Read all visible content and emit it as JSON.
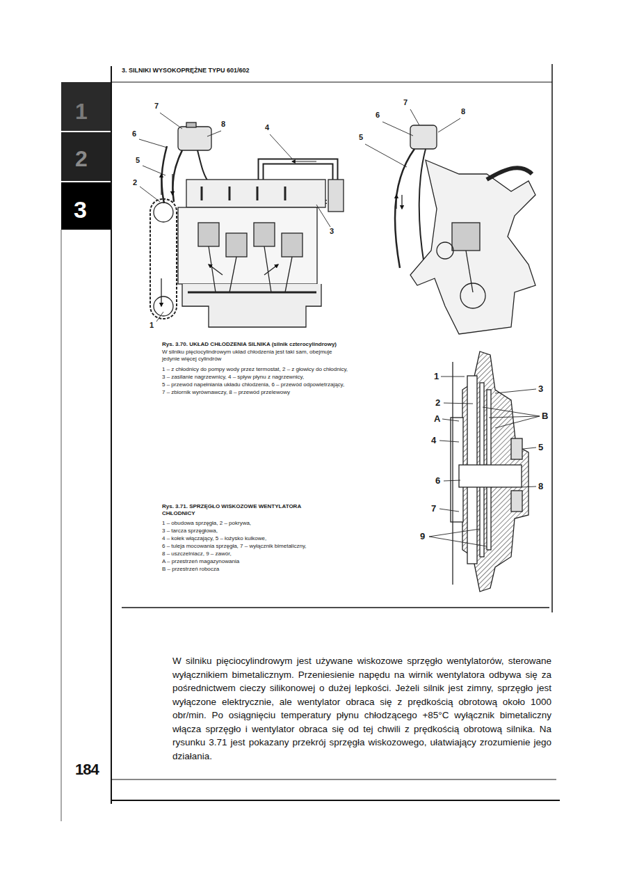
{
  "diagram": {
    "title": "3. SILNIKI WYSOKOPRĘŻNE TYPU 601/602",
    "labels": [
      "1",
      "2",
      "3",
      "7",
      "8",
      "6",
      "4",
      "5",
      "2",
      "3",
      "1",
      "7",
      "6",
      "8",
      "5",
      "Rys. 3.70. UKŁAD CHŁODZENIA SILNIKA (silnik czterocylindrowy)",
      "W silniku pięciocylindrowym układ chłodzenia jest taki sam, obejmuje jedynie więcej cylindrów",
      "1 – z chłodnicy do pompy wody przez termostat, 2 – z głowicy do chłodnicy,",
      "3 – zasilanie nagrzewnicy, 4 – spływ płynu z nagrzewnicy,",
      "5 – przewód napełniania układu chłodzenia, 6 – przewód odpowietrzający,",
      "7 – zbiornik wyrównawczy, 8 – przewód przelewowy",
      "Rys. 3.71. SPRZĘGŁO WISKOZOWE WENTYLATORA CHŁODNICY",
      "1 – obudowa sprzęgła, 2 – pokrywa,",
      "3 – tarcza sprzęgłowa,",
      "4 – kołek włączający, 5 – łożysko kulkowe,",
      "6 – tuleja mocowania sprzęgła, 7 – wyłącznik bimetaliczny,",
      "8 – uszczelniacz, 9 – zawór,",
      "A – przestrzeń magazynowania",
      "B – przestrzeń robocza",
      "1",
      "3",
      "2",
      "B",
      "A",
      "4",
      "5",
      "6",
      "8",
      "7",
      "9",
      "W silniku pięciocylindrowym jest używane wiskozowe sprzęgło wentylatorów, sterowane wyłącznikiem bimetalicznym. Przeniesienie napędu na wirnik wentylatora odbywa się za pośrednictwem cieczy silikonowej o dużej lepkości. Jeżeli silnik jest zimny, sprzęgło jest wyłączone elektrycznie, ale wentylator obraca się z prędkością obrotową około 1000 obr/min. Po osiągnięciu temperatury płynu chłodzącego +85°C wyłącznik bimetaliczny włącza sprzęgło i wentylator obraca się od tej chwili z prędkością obrotową silnika. Na rysunku 3.71 jest pokazany przekrój sprzęgła wiskozowego, ułatwiający zrozumienie jego działania.",
      "184"
    ]
  }
}
